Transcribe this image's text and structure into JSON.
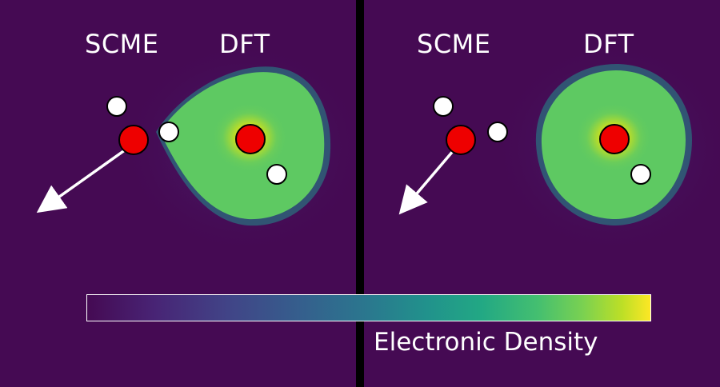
{
  "panels": [
    {
      "left_label": "SCME",
      "right_label": "DFT"
    },
    {
      "left_label": "SCME",
      "right_label": "DFT"
    }
  ],
  "colorbar": {
    "title": "Electronic Density"
  },
  "colors": {
    "background": "#450a53",
    "density_low": "#3b518b",
    "density_mid": "#21908d",
    "density_high": "#5ec962",
    "density_max": "#fde725",
    "oxygen": "#ee0000",
    "hydrogen": "#ffffff",
    "dipole_arrow": "#ffffff"
  }
}
